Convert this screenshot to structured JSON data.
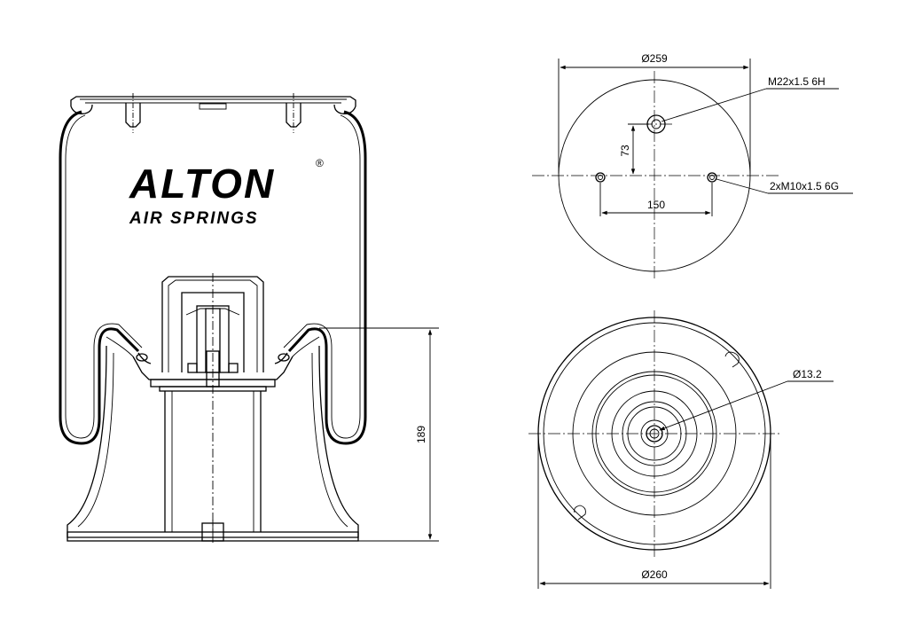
{
  "brand": {
    "name": "ALTON",
    "registered_mark": "®",
    "tagline": "AIR SPRINGS"
  },
  "dimensions": {
    "top_diameter": "Ø259",
    "center_thread": "M22x1.5 6H",
    "offset_73": "73",
    "side_threads": "2xM10x1.5 6G",
    "bolt_spacing": "150",
    "height": "189",
    "hole_diameter": "Ø13.2",
    "bottom_diameter": "Ø260"
  }
}
